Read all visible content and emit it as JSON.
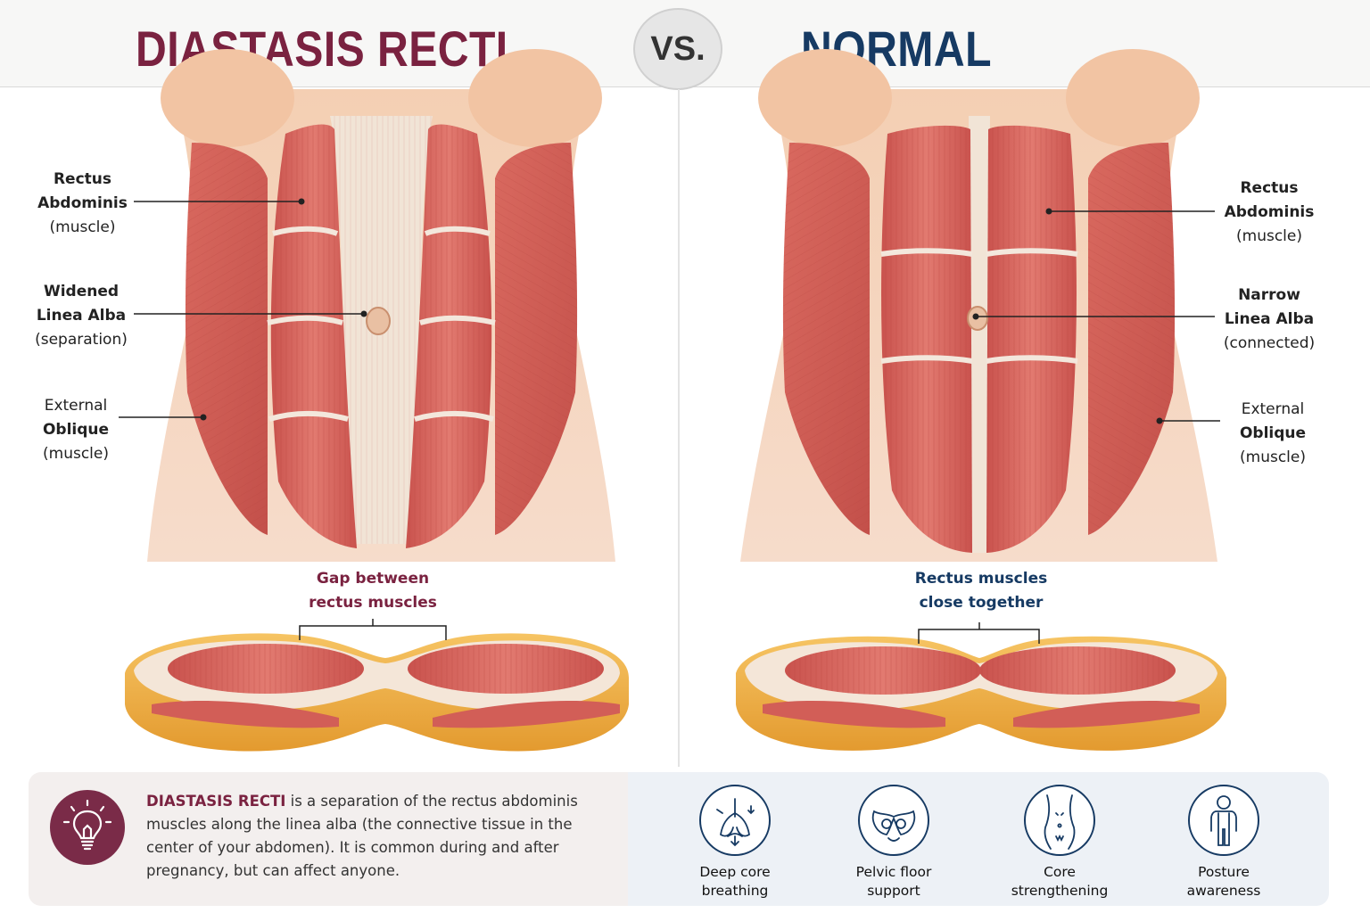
{
  "header": {
    "left_title": "DIASTASIS RECTI",
    "vs": "VS.",
    "right_title": "NORMAL ABDOMINALS"
  },
  "left_panel": {
    "labels": [
      {
        "lines": [
          "Rectus",
          "Abdominis",
          "(muscle)"
        ]
      },
      {
        "lines": [
          "Widened",
          "Linea Alba",
          "(separation)"
        ]
      },
      {
        "lines": [
          "External",
          "Oblique",
          "(muscle)"
        ]
      }
    ],
    "caption": [
      "Gap between",
      "rectus muscles"
    ]
  },
  "right_panel": {
    "labels": [
      {
        "lines": [
          "Rectus",
          "Abdominis",
          "(muscle)"
        ]
      },
      {
        "lines": [
          "Narrow",
          "Linea Alba",
          "(connected)"
        ]
      },
      {
        "lines": [
          "External",
          "Oblique",
          "(muscle)"
        ]
      }
    ],
    "caption": [
      "Rectus muscles",
      "close together"
    ]
  },
  "footer": {
    "term": "DIASTASIS RECTI",
    "description": " is a separation of the rectus abdominis muscles along the linea alba (the connective tissue in the center of your abdomen). It is common during and after pregnancy, but can affect anyone.",
    "features": [
      {
        "icon": "breathing-icon",
        "lines": [
          "Deep core",
          "breathing"
        ]
      },
      {
        "icon": "pelvis-icon",
        "lines": [
          "Pelvic floor",
          "support"
        ]
      },
      {
        "icon": "torso-icon",
        "lines": [
          "Core",
          "strengthening"
        ]
      },
      {
        "icon": "person-icon",
        "lines": [
          "Posture",
          "awareness"
        ]
      }
    ]
  },
  "colors": {
    "accent_left": "#7a2240",
    "accent_right": "#163a63",
    "muscle": "#d9675f",
    "skin": "#f2c6a6",
    "fascia": "#f3e7dc",
    "fat": "#f0b24a"
  }
}
